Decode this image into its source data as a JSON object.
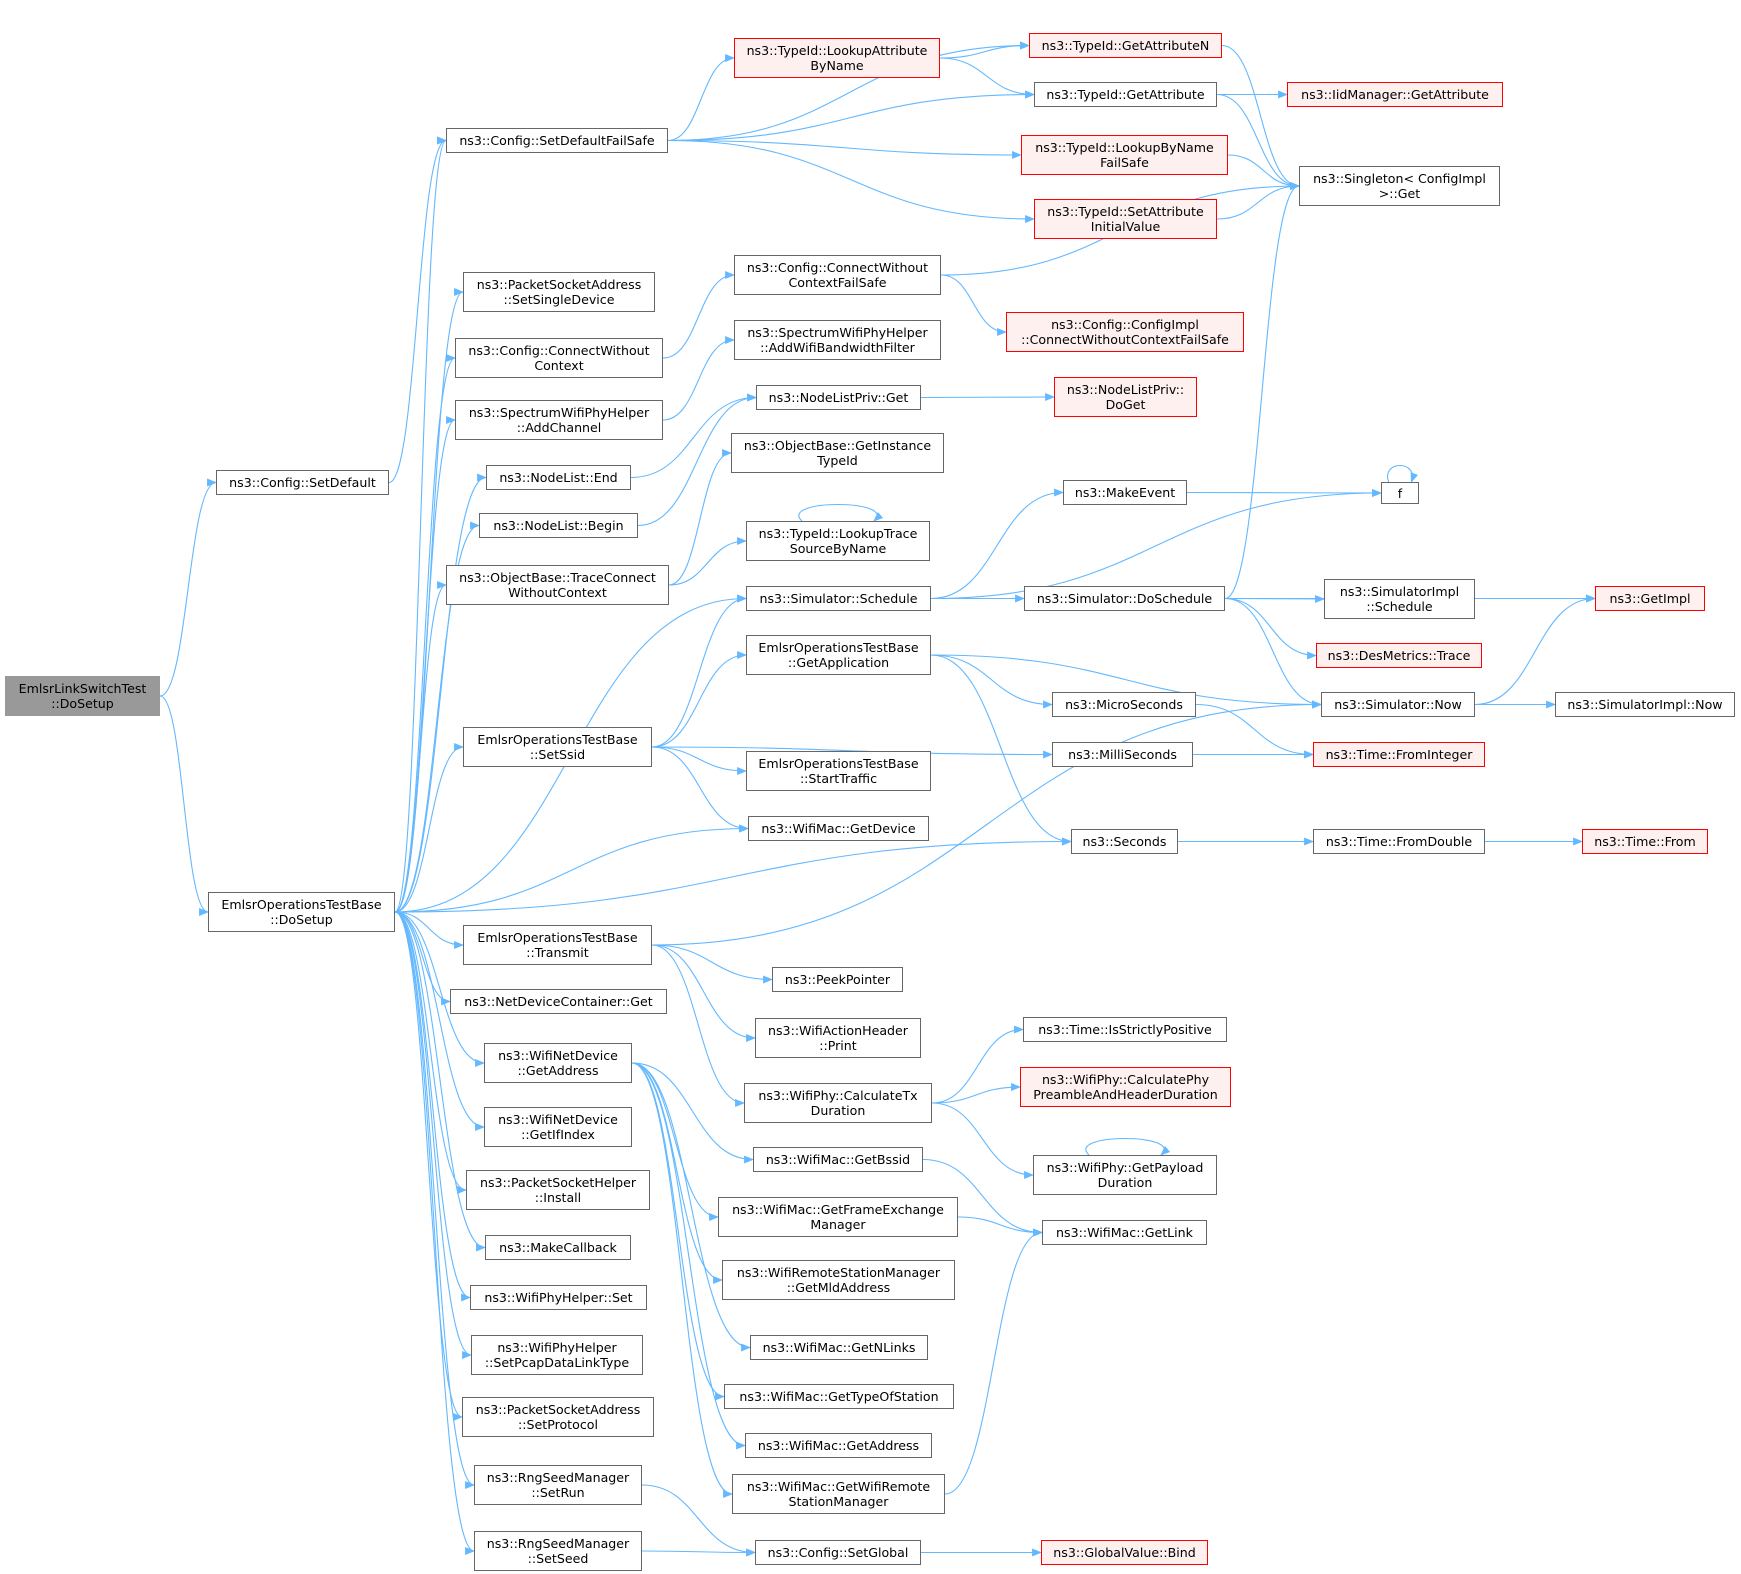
{
  "graph": {
    "nodes": [
      {
        "id": "root",
        "label": "EmlsrLinkSwitchTest\n::DoSetup",
        "style": "root"
      },
      {
        "id": "setdefault",
        "label": "ns3::Config::SetDefault",
        "style": "normal"
      },
      {
        "id": "eotdosetup",
        "label": "EmlsrOperationsTestBase\n::DoSetup",
        "style": "normal"
      },
      {
        "id": "setdefaultfs",
        "label": "ns3::Config::SetDefaultFailSafe",
        "style": "normal"
      },
      {
        "id": "lookupattr",
        "label": "ns3::TypeId::LookupAttribute\nByName",
        "style": "red"
      },
      {
        "id": "getattrn",
        "label": "ns3::TypeId::GetAttributeN",
        "style": "red"
      },
      {
        "id": "getattr",
        "label": "ns3::TypeId::GetAttribute",
        "style": "normal"
      },
      {
        "id": "iidgetattr",
        "label": "ns3::IidManager::GetAttribute",
        "style": "red"
      },
      {
        "id": "lookupbyname",
        "label": "ns3::TypeId::LookupByName\nFailSafe",
        "style": "red"
      },
      {
        "id": "singleton",
        "label": "ns3::Singleton< ConfigImpl\n>::Get",
        "style": "normal"
      },
      {
        "id": "setattrinit",
        "label": "ns3::TypeId::SetAttribute\nInitialValue",
        "style": "red"
      },
      {
        "id": "psasetsingle",
        "label": "ns3::PacketSocketAddress\n::SetSingleDevice",
        "style": "normal"
      },
      {
        "id": "cwocfs",
        "label": "ns3::Config::ConnectWithout\nContextFailSafe",
        "style": "normal"
      },
      {
        "id": "cimplcwocfs",
        "label": "ns3::Config::ConfigImpl\n::ConnectWithoutContextFailSafe",
        "style": "red"
      },
      {
        "id": "cwoc",
        "label": "ns3::Config::ConnectWithout\nContext",
        "style": "normal"
      },
      {
        "id": "addbwfilter",
        "label": "ns3::SpectrumWifiPhyHelper\n::AddWifiBandwidthFilter",
        "style": "normal"
      },
      {
        "id": "addchannel",
        "label": "ns3::SpectrumWifiPhyHelper\n::AddChannel",
        "style": "normal"
      },
      {
        "id": "nlpget",
        "label": "ns3::NodeListPriv::Get",
        "style": "normal"
      },
      {
        "id": "nlpdoget",
        "label": "ns3::NodeListPriv::\nDoGet",
        "style": "red"
      },
      {
        "id": "nlend",
        "label": "ns3::NodeList::End",
        "style": "normal"
      },
      {
        "id": "getinsttid",
        "label": "ns3::ObjectBase::GetInstance\nTypeId",
        "style": "normal"
      },
      {
        "id": "makeevent",
        "label": "ns3::MakeEvent",
        "style": "normal"
      },
      {
        "id": "f",
        "label": "f",
        "style": "normal"
      },
      {
        "id": "nlbegin",
        "label": "ns3::NodeList::Begin",
        "style": "normal"
      },
      {
        "id": "lookuptrace",
        "label": "ns3::TypeId::LookupTrace\nSourceByName",
        "style": "normal"
      },
      {
        "id": "tracecwoc",
        "label": "ns3::ObjectBase::TraceConnect\nWithoutContext",
        "style": "normal"
      },
      {
        "id": "schedule",
        "label": "ns3::Simulator::Schedule",
        "style": "normal"
      },
      {
        "id": "doschedule",
        "label": "ns3::Simulator::DoSchedule",
        "style": "normal"
      },
      {
        "id": "simimplsched",
        "label": "ns3::SimulatorImpl\n::Schedule",
        "style": "normal"
      },
      {
        "id": "getimpl",
        "label": "ns3::GetImpl",
        "style": "red"
      },
      {
        "id": "getapp",
        "label": "EmlsrOperationsTestBase\n::GetApplication",
        "style": "normal"
      },
      {
        "id": "destrace",
        "label": "ns3::DesMetrics::Trace",
        "style": "red"
      },
      {
        "id": "microsec",
        "label": "ns3::MicroSeconds",
        "style": "normal"
      },
      {
        "id": "simnow",
        "label": "ns3::Simulator::Now",
        "style": "normal"
      },
      {
        "id": "simimplnow",
        "label": "ns3::SimulatorImpl::Now",
        "style": "normal"
      },
      {
        "id": "setssid",
        "label": "EmlsrOperationsTestBase\n::SetSsid",
        "style": "normal"
      },
      {
        "id": "millisec",
        "label": "ns3::MilliSeconds",
        "style": "normal"
      },
      {
        "id": "frominteger",
        "label": "ns3::Time::FromInteger",
        "style": "red"
      },
      {
        "id": "starttraffic",
        "label": "EmlsrOperationsTestBase\n::StartTraffic",
        "style": "normal"
      },
      {
        "id": "getdevice",
        "label": "ns3::WifiMac::GetDevice",
        "style": "normal"
      },
      {
        "id": "seconds",
        "label": "ns3::Seconds",
        "style": "normal"
      },
      {
        "id": "fromdouble",
        "label": "ns3::Time::FromDouble",
        "style": "normal"
      },
      {
        "id": "timefrom",
        "label": "ns3::Time::From",
        "style": "red"
      },
      {
        "id": "transmit",
        "label": "EmlsrOperationsTestBase\n::Transmit",
        "style": "normal"
      },
      {
        "id": "peekpointer",
        "label": "ns3::PeekPointer",
        "style": "normal"
      },
      {
        "id": "ndcget",
        "label": "ns3::NetDeviceContainer::Get",
        "style": "normal"
      },
      {
        "id": "wahprint",
        "label": "ns3::WifiActionHeader\n::Print",
        "style": "normal"
      },
      {
        "id": "isstrictpos",
        "label": "ns3::Time::IsStrictlyPositive",
        "style": "normal"
      },
      {
        "id": "wndgetaddr",
        "label": "ns3::WifiNetDevice\n::GetAddress",
        "style": "normal"
      },
      {
        "id": "calctxdur",
        "label": "ns3::WifiPhy::CalculateTx\nDuration",
        "style": "normal"
      },
      {
        "id": "calcphypre",
        "label": "ns3::WifiPhy::CalculatePhy\nPreambleAndHeaderDuration",
        "style": "red"
      },
      {
        "id": "wndgetifindex",
        "label": "ns3::WifiNetDevice\n::GetIfIndex",
        "style": "normal"
      },
      {
        "id": "getbssid",
        "label": "ns3::WifiMac::GetBssid",
        "style": "normal"
      },
      {
        "id": "getpayloaddur",
        "label": "ns3::WifiPhy::GetPayload\nDuration",
        "style": "normal"
      },
      {
        "id": "pshinstall",
        "label": "ns3::PacketSocketHelper\n::Install",
        "style": "normal"
      },
      {
        "id": "getfem",
        "label": "ns3::WifiMac::GetFrameExchange\nManager",
        "style": "normal"
      },
      {
        "id": "getlink",
        "label": "ns3::WifiMac::GetLink",
        "style": "normal"
      },
      {
        "id": "makecallback",
        "label": "ns3::MakeCallback",
        "style": "normal"
      },
      {
        "id": "getmldaddr",
        "label": "ns3::WifiRemoteStationManager\n::GetMldAddress",
        "style": "normal"
      },
      {
        "id": "wphset",
        "label": "ns3::WifiPhyHelper::Set",
        "style": "normal"
      },
      {
        "id": "getnlinks",
        "label": "ns3::WifiMac::GetNLinks",
        "style": "normal"
      },
      {
        "id": "setpcap",
        "label": "ns3::WifiPhyHelper\n::SetPcapDataLinkType",
        "style": "normal"
      },
      {
        "id": "gettypeofsta",
        "label": "ns3::WifiMac::GetTypeOfStation",
        "style": "normal"
      },
      {
        "id": "psasetproto",
        "label": "ns3::PacketSocketAddress\n::SetProtocol",
        "style": "normal"
      },
      {
        "id": "wmgetaddr",
        "label": "ns3::WifiMac::GetAddress",
        "style": "normal"
      },
      {
        "id": "rngsetrun",
        "label": "ns3::RngSeedManager\n::SetRun",
        "style": "normal"
      },
      {
        "id": "getwrsm",
        "label": "ns3::WifiMac::GetWifiRemote\nStationManager",
        "style": "normal"
      },
      {
        "id": "setglobal",
        "label": "ns3::Config::SetGlobal",
        "style": "normal"
      },
      {
        "id": "gvbind",
        "label": "ns3::GlobalValue::Bind",
        "style": "red"
      },
      {
        "id": "rngsetseed",
        "label": "ns3::RngSeedManager\n::SetSeed",
        "style": "normal"
      }
    ],
    "edges": [
      [
        "root",
        "setdefault"
      ],
      [
        "root",
        "eotdosetup"
      ],
      [
        "setdefault",
        "setdefaultfs"
      ],
      [
        "setdefaultfs",
        "getattrn"
      ],
      [
        "setdefaultfs",
        "lookupattr"
      ],
      [
        "setdefaultfs",
        "getattr"
      ],
      [
        "setdefaultfs",
        "lookupbyname"
      ],
      [
        "setdefaultfs",
        "setattrinit"
      ],
      [
        "lookupattr",
        "getattrn"
      ],
      [
        "lookupattr",
        "getattr"
      ],
      [
        "getattrn",
        "singleton"
      ],
      [
        "getattr",
        "iidgetattr"
      ],
      [
        "getattr",
        "singleton"
      ],
      [
        "lookupbyname",
        "singleton"
      ],
      [
        "setattrinit",
        "singleton"
      ],
      [
        "cwocfs",
        "singleton"
      ],
      [
        "cwocfs",
        "cimplcwocfs"
      ],
      [
        "cwoc",
        "cwocfs"
      ],
      [
        "addchannel",
        "addbwfilter"
      ],
      [
        "nlpget",
        "nlpdoget"
      ],
      [
        "nlend",
        "nlpget"
      ],
      [
        "nlbegin",
        "nlpget"
      ],
      [
        "tracecwoc",
        "getinsttid"
      ],
      [
        "tracecwoc",
        "lookuptrace"
      ],
      [
        "lookuptrace",
        "lookuptrace"
      ],
      [
        "schedule",
        "makeevent"
      ],
      [
        "schedule",
        "f"
      ],
      [
        "schedule",
        "doschedule"
      ],
      [
        "makeevent",
        "f"
      ],
      [
        "f",
        "f"
      ],
      [
        "doschedule",
        "singleton"
      ],
      [
        "doschedule",
        "getimpl"
      ],
      [
        "doschedule",
        "simimplsched"
      ],
      [
        "doschedule",
        "destrace"
      ],
      [
        "doschedule",
        "simnow"
      ],
      [
        "getapp",
        "simnow"
      ],
      [
        "getapp",
        "microsec"
      ],
      [
        "getapp",
        "seconds"
      ],
      [
        "simnow",
        "getimpl"
      ],
      [
        "simnow",
        "simimplnow"
      ],
      [
        "microsec",
        "frominteger"
      ],
      [
        "millisec",
        "frominteger"
      ],
      [
        "setssid",
        "schedule"
      ],
      [
        "setssid",
        "getapp"
      ],
      [
        "setssid",
        "millisec"
      ],
      [
        "setssid",
        "starttraffic"
      ],
      [
        "setssid",
        "getdevice"
      ],
      [
        "seconds",
        "fromdouble"
      ],
      [
        "fromdouble",
        "timefrom"
      ],
      [
        "transmit",
        "simnow"
      ],
      [
        "transmit",
        "peekpointer"
      ],
      [
        "transmit",
        "wahprint"
      ],
      [
        "transmit",
        "calctxdur"
      ],
      [
        "calctxdur",
        "isstrictpos"
      ],
      [
        "calctxdur",
        "calcphypre"
      ],
      [
        "calctxdur",
        "getpayloaddur"
      ],
      [
        "getpayloaddur",
        "getpayloaddur"
      ],
      [
        "getbssid",
        "getlink"
      ],
      [
        "getfem",
        "getlink"
      ],
      [
        "getwrsm",
        "getlink"
      ],
      [
        "wndgetaddr",
        "getbssid"
      ],
      [
        "wndgetaddr",
        "getfem"
      ],
      [
        "wndgetaddr",
        "getmldaddr"
      ],
      [
        "wndgetaddr",
        "getnlinks"
      ],
      [
        "wndgetaddr",
        "gettypeofsta"
      ],
      [
        "wndgetaddr",
        "wmgetaddr"
      ],
      [
        "wndgetaddr",
        "getwrsm"
      ],
      [
        "rngsetrun",
        "setglobal"
      ],
      [
        "rngsetseed",
        "setglobal"
      ],
      [
        "setglobal",
        "gvbind"
      ],
      [
        "eotdosetup",
        "setdefaultfs"
      ],
      [
        "eotdosetup",
        "psasetsingle"
      ],
      [
        "eotdosetup",
        "cwoc"
      ],
      [
        "eotdosetup",
        "addchannel"
      ],
      [
        "eotdosetup",
        "nlend"
      ],
      [
        "eotdosetup",
        "nlbegin"
      ],
      [
        "eotdosetup",
        "tracecwoc"
      ],
      [
        "eotdosetup",
        "schedule"
      ],
      [
        "eotdosetup",
        "setssid"
      ],
      [
        "eotdosetup",
        "getdevice"
      ],
      [
        "eotdosetup",
        "seconds"
      ],
      [
        "eotdosetup",
        "transmit"
      ],
      [
        "eotdosetup",
        "ndcget"
      ],
      [
        "eotdosetup",
        "wndgetaddr"
      ],
      [
        "eotdosetup",
        "wndgetifindex"
      ],
      [
        "eotdosetup",
        "pshinstall"
      ],
      [
        "eotdosetup",
        "makecallback"
      ],
      [
        "eotdosetup",
        "wphset"
      ],
      [
        "eotdosetup",
        "setpcap"
      ],
      [
        "eotdosetup",
        "psasetproto"
      ],
      [
        "eotdosetup",
        "rngsetrun"
      ],
      [
        "eotdosetup",
        "rngsetseed"
      ]
    ]
  },
  "colors": {
    "edge": "#63b8ff",
    "node_border": "#666666",
    "red_border": "#ff0000",
    "red_fill": "#fff0f0",
    "root_fill": "#999999"
  }
}
